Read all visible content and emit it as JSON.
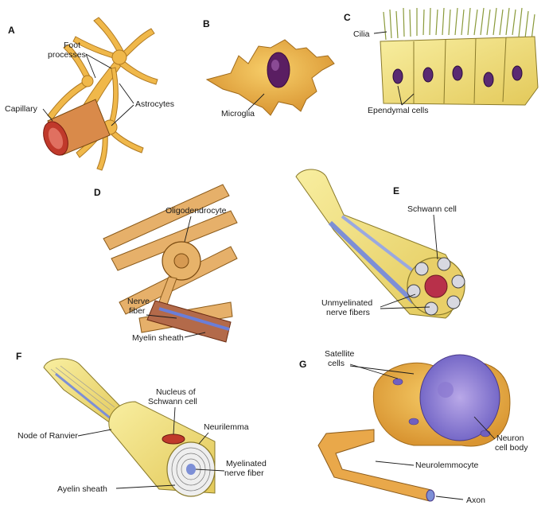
{
  "panels": {
    "a": {
      "letter": "A",
      "labels": {
        "foot": "Foot",
        "processes": "processes",
        "capillary": "Capillary",
        "astrocytes": "Astrocytes"
      }
    },
    "b": {
      "letter": "B",
      "labels": {
        "microglia": "Microglia"
      }
    },
    "c": {
      "letter": "C",
      "labels": {
        "cilia": "Cilia",
        "ependymal": "Ependymal cells"
      }
    },
    "d": {
      "letter": "D",
      "labels": {
        "oligodendrocyte": "Oligodendrocyte",
        "nerve": "Nerve",
        "fiber": "fiber",
        "myelin": "Myelin sheath"
      }
    },
    "e": {
      "letter": "E",
      "labels": {
        "schwann": "Schwann cell",
        "unmyelinated": "Unmyelinated",
        "nervefibers": "nerve fibers"
      }
    },
    "f": {
      "letter": "F",
      "labels": {
        "nucleus": "Nucleus of",
        "schwanncell": "Schwann cell",
        "neurilemma": "Neurilemma",
        "ranvier": "Node of Ranvier",
        "myelinated": "Myelinated",
        "nervefiber": "nerve fiber",
        "myelin": "Ayelin sheath"
      }
    },
    "g": {
      "letter": "G",
      "labels": {
        "satellite": "Satellite",
        "cells": "cells",
        "neuron": "Neuron",
        "cellbody": "cell body",
        "neurolemmocyte": "Neurolemmocyte",
        "axon": "Axon"
      }
    }
  },
  "colors": {
    "cell": "#f0b84a",
    "cell_dark": "#c98a2a",
    "yellow": "#f4e68a",
    "nucleus": "#6a2a70",
    "blue": "#7d8fd6",
    "red": "#c0392b"
  }
}
